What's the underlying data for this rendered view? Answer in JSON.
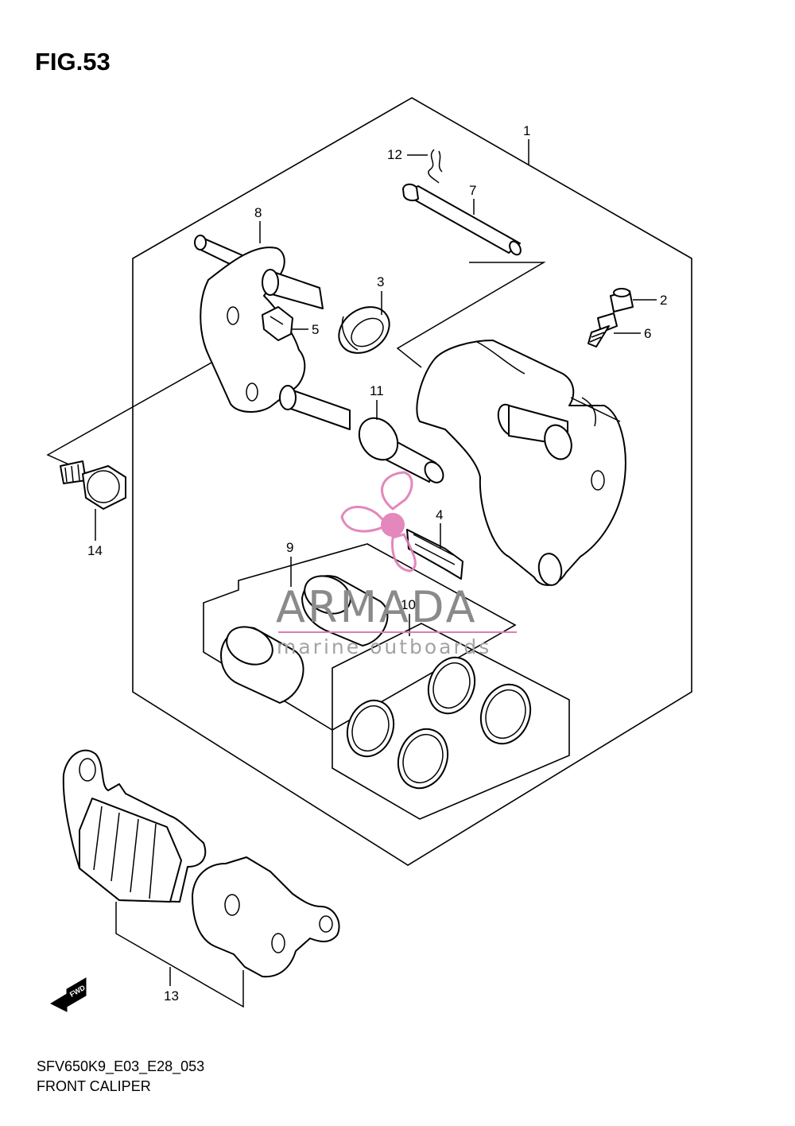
{
  "figure": {
    "title": "FIG.53",
    "model_code": "SFV650K9_E03_E28_053",
    "caption": "FRONT CALIPER"
  },
  "callouts": [
    {
      "id": "1",
      "part": "caliper-assembly"
    },
    {
      "id": "2",
      "part": "bleeder-cap"
    },
    {
      "id": "3",
      "part": "boot-large"
    },
    {
      "id": "4",
      "part": "pad-spring-clip"
    },
    {
      "id": "5",
      "part": "bracket-clip"
    },
    {
      "id": "6",
      "part": "bleeder-valve"
    },
    {
      "id": "7",
      "part": "pad-mount-pin"
    },
    {
      "id": "8",
      "part": "caliper-bracket"
    },
    {
      "id": "9",
      "part": "piston-set"
    },
    {
      "id": "10",
      "part": "piston-seal-set"
    },
    {
      "id": "11",
      "part": "boot-small"
    },
    {
      "id": "12",
      "part": "pin-clip"
    },
    {
      "id": "13",
      "part": "brake-pad-set"
    },
    {
      "id": "14",
      "part": "caliper-mount-bolt"
    }
  ],
  "direction_marker": "FWD",
  "watermark": {
    "brand": "ARMADA",
    "tagline": "marine outboards",
    "accent_color": "#e07bb5"
  },
  "colors": {
    "line": "#000000",
    "background": "#ffffff"
  }
}
